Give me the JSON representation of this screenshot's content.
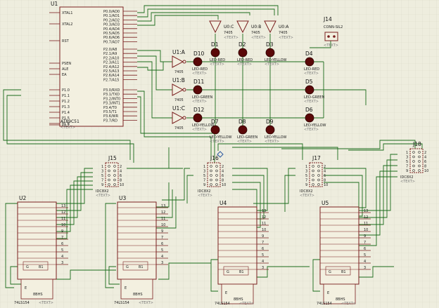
{
  "colors": {
    "background": "#eeedde",
    "grid": "#d7d6c6",
    "wire": "#1a6a1a",
    "component": "#7a1f1f",
    "body_fill": "#f3f0e0",
    "led": "#5a0808",
    "pin_text": "#222222"
  },
  "mcu": {
    "ref": "U1",
    "part": "AT89C51",
    "text": "<TEXT>",
    "left_pins": [
      "XTAL1",
      "XTAL2",
      "RST",
      "PSEN",
      "ALE",
      "EA",
      "P1.0",
      "P1.1",
      "P1.2",
      "P1.3",
      "P1.4",
      "P1.5",
      "P1.6",
      "P1.7"
    ],
    "right_pins": [
      "P0.0/AD0",
      "P0.1/AD1",
      "P0.2/AD2",
      "P0.3/AD3",
      "P0.4/AD4",
      "P0.5/AD5",
      "P0.6/AD6",
      "P0.7/AD7",
      "P2.0/A8",
      "P2.1/A9",
      "P2.2/A10",
      "P2.3/A11",
      "P2.4/A12",
      "P2.5/A13",
      "P2.6/A14",
      "P2.7/A15",
      "P3.0/RXD",
      "P3.1/TXD",
      "P3.2/INT0",
      "P3.3/INT1",
      "P3.4/T0",
      "P3.5/T1",
      "P3.6/WR",
      "P3.7/RD"
    ]
  },
  "buffers": [
    {
      "ref": "U0:C",
      "part": "7405",
      "text": "<TEXT>"
    },
    {
      "ref": "U0:B",
      "part": "7405",
      "text": "<TEXT>"
    },
    {
      "ref": "U0:A",
      "part": "7405",
      "text": "<TEXT>"
    },
    {
      "ref": "U1:A",
      "part": "7405",
      "text": "<TEXT>"
    },
    {
      "ref": "U1:B",
      "part": "7405",
      "text": "<TEXT>"
    },
    {
      "ref": "U1:C",
      "part": "7405",
      "text": "<TEXT>"
    }
  ],
  "leds": [
    {
      "ref": "D1",
      "part": "LED-RED",
      "text": "<TEXT>"
    },
    {
      "ref": "D2",
      "part": "LED-RED",
      "text": "<TEXT>"
    },
    {
      "ref": "D3",
      "part": "LED-YELLOW",
      "text": "<TEXT>"
    },
    {
      "ref": "D10",
      "part": "LED-RED",
      "text": "<TEXT>"
    },
    {
      "ref": "D4",
      "part": "LED-RED",
      "text": "<TEXT>"
    },
    {
      "ref": "D11",
      "part": "LED-GREEN",
      "text": "<TEXT>"
    },
    {
      "ref": "D5",
      "part": "LED-GREEN",
      "text": "<TEXT>"
    },
    {
      "ref": "D12",
      "part": "LED-YELLOW",
      "text": "<TEXT>"
    },
    {
      "ref": "D6",
      "part": "LED-YELLOW",
      "text": "<TEXT>"
    },
    {
      "ref": "D7",
      "part": "LED-YELLOW",
      "text": "<TEXT>"
    },
    {
      "ref": "D8",
      "part": "LED-GREEN",
      "text": "<TEXT>"
    },
    {
      "ref": "D9",
      "part": "LED-YELLOW",
      "text": "<TEXT>"
    }
  ],
  "power_connector": {
    "ref": "J14",
    "part": "CONN-SIL2",
    "text": "<TEXT>"
  },
  "headers": [
    {
      "ref": "J15",
      "part": "IDC8X2",
      "text": "<TEXT>"
    },
    {
      "ref": "J16",
      "part": "IDC8X2",
      "text": "<TEXT>"
    },
    {
      "ref": "J17",
      "part": "IDC8X2",
      "text": "<TEXT>"
    },
    {
      "ref": "J18",
      "part": "IDC8X2",
      "text": "<TEXT>"
    }
  ],
  "decoders": [
    {
      "ref": "U2",
      "part": "74LS154",
      "text": "<TEXT>"
    },
    {
      "ref": "U3",
      "part": "74LS154",
      "text": "<TEXT>"
    },
    {
      "ref": "U4",
      "part": "74LS154",
      "text": "<TEXT>"
    },
    {
      "ref": "U5",
      "part": "74LS154",
      "text": "<TEXT>"
    }
  ],
  "decoder_outputs": [
    "13",
    "12",
    "11",
    "10",
    "9",
    "7",
    "6",
    "5",
    "4",
    "3"
  ],
  "sub_block": {
    "pin_a": "G",
    "pin_b": "B1",
    "counter_label": "8BHS",
    "enable_label": "E"
  }
}
